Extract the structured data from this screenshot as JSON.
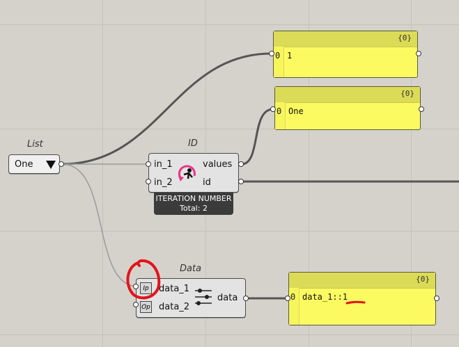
{
  "list_component": {
    "title": "List",
    "value": "One"
  },
  "id_component": {
    "title": "ID",
    "inputs": [
      "in_1",
      "in_2"
    ],
    "outputs": [
      "values",
      "id"
    ],
    "badge_title": "ITERATION NUMBER",
    "badge_total": "Total: 2"
  },
  "data_component": {
    "title": "Data",
    "inputs": [
      "data_1",
      "data_2"
    ],
    "output": "data",
    "icon_labels": [
      "Ip",
      "Op"
    ]
  },
  "panels": [
    {
      "header": "{0}",
      "index": "0",
      "value": "1"
    },
    {
      "header": "{0}",
      "index": "0",
      "value": "One"
    },
    {
      "header": "{0}",
      "index": "0",
      "value": "data_1::1"
    }
  ],
  "colors": {
    "canvas": "#d5d2cc",
    "panel": "#fbfa61",
    "panel_header": "#dcdb57",
    "wire": "#555555",
    "annotation_red": "#e2141b",
    "icon_pink": "#e8338a"
  }
}
